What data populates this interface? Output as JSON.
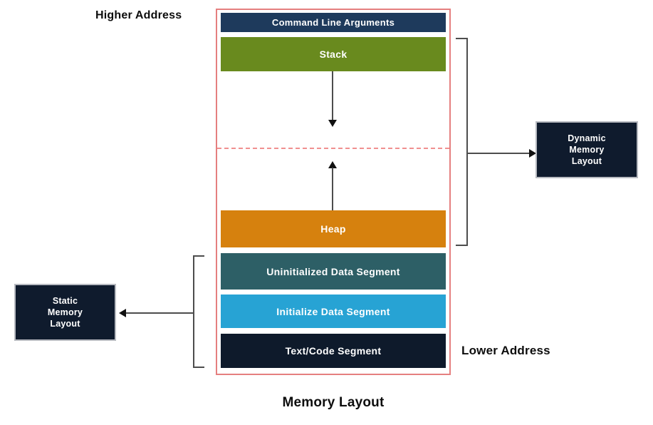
{
  "title": "Memory Layout",
  "labels": {
    "higher_address": "Higher Address",
    "lower_address": "Lower Address"
  },
  "colors": {
    "container_border": "#e57f7f",
    "divider_dashed": "#f09090",
    "connector_line": "#4d4d4d",
    "arrowhead": "#111111",
    "bar_text": "#ffffff",
    "label_text": "#0d0d0d"
  },
  "segments": [
    {
      "label": "Command Line Arguments",
      "color": "#1e3a5c"
    },
    {
      "label": "Stack",
      "color": "#698a1e"
    },
    {
      "label": "Heap",
      "color": "#d6810e"
    },
    {
      "label": "Uninitialized Data Segment",
      "color": "#2d5f66"
    },
    {
      "label": "Initialize Data Segment",
      "color": "#27a3d4"
    },
    {
      "label": "Text/Code Segment",
      "color": "#0e1a2b"
    }
  ],
  "side_boxes": {
    "dynamic": {
      "text": "Dynamic\nMemory\nLayout",
      "color": "#0f1b2d"
    },
    "static": {
      "text": "Static\nMemory\nLayout",
      "color": "#0f1b2d"
    }
  }
}
